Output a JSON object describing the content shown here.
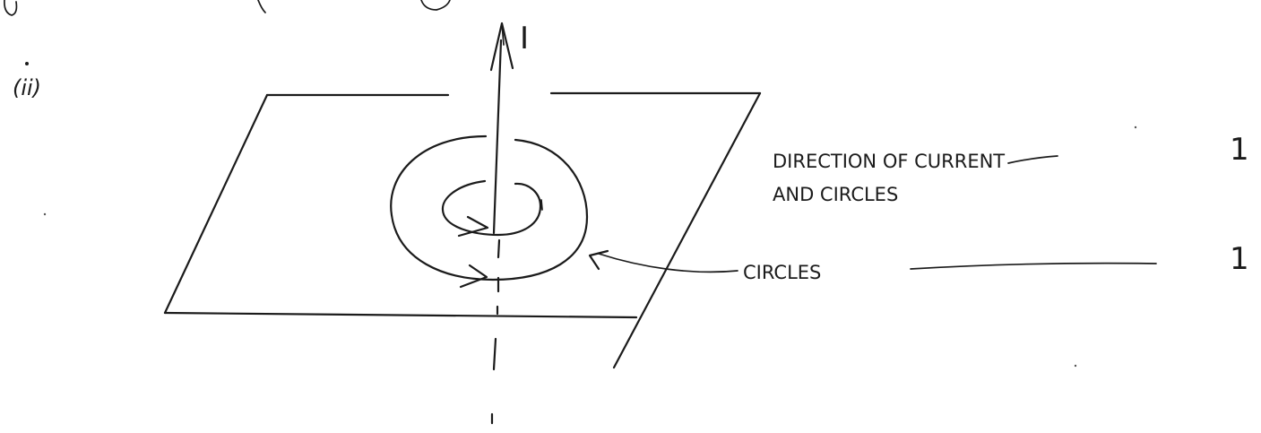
{
  "labels": {
    "part_marker": "(ii)",
    "current_symbol": "I",
    "direction_line1": "DIRECTION OF CURRENT",
    "direction_line2": "AND CIRCLES",
    "circles": "CIRCLES",
    "mark_direction": "1",
    "mark_circles": "1"
  },
  "colors": {
    "ink": "#1b1b1b",
    "paper": "#ffffff"
  }
}
